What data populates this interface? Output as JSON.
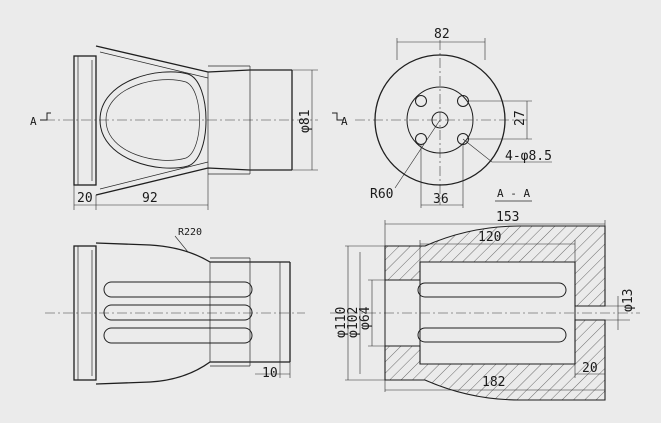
{
  "labels": {
    "section_left": "A",
    "section_right": "A",
    "section_title": "A - A",
    "r220": "R220",
    "r60": "R60",
    "holes": "4-φ8.5"
  },
  "dims": {
    "top_flange": "20",
    "top_body": "92",
    "top_dia": "φ81",
    "circle_width": "82",
    "circle_vertical": "27",
    "circle_bottom": "36",
    "bottom_flange": "10",
    "sec_153": "153",
    "sec_120": "120",
    "sec_d110": "φ110",
    "sec_d102": "φ102",
    "sec_d64": "φ64",
    "sec_d13": "φ13",
    "sec_182": "182",
    "sec_20": "20"
  },
  "colors": {
    "background": "#ebebeb",
    "line": "#1f1f1f"
  }
}
